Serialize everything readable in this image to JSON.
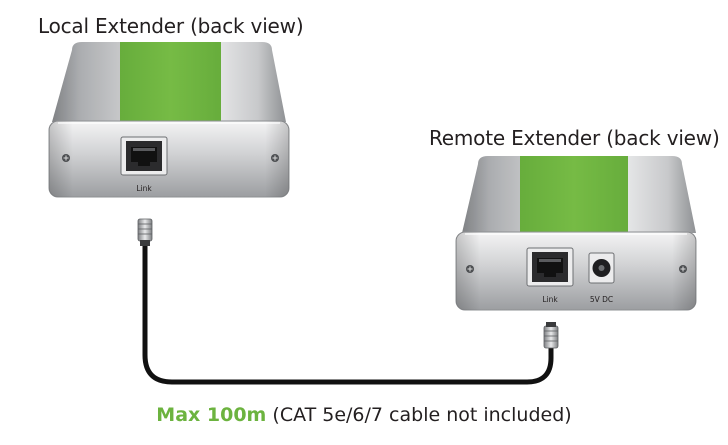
{
  "local_extender": {
    "title": "Local Extender (back view)",
    "port_label": "Link"
  },
  "remote_extender": {
    "title": "Remote Extender (back view)",
    "port_label": "Link",
    "power_label": "5V DC"
  },
  "cable": {
    "max_label": "Max 100m",
    "note": "(CAT 5e/6/7 cable not included)"
  },
  "colors": {
    "accent_green": "#6cb33f",
    "cable": "#111111",
    "housing": "#a7a9ac"
  }
}
